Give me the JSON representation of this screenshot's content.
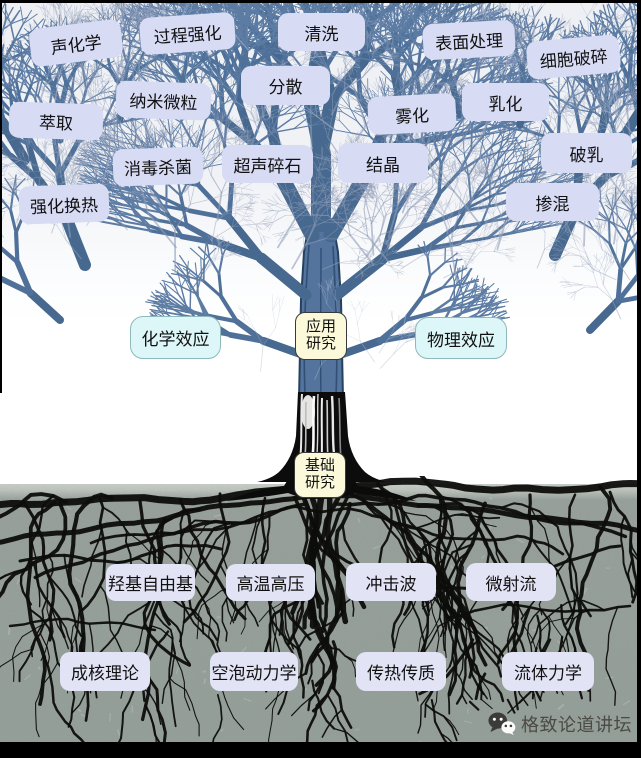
{
  "diagram": {
    "branches": [
      "声化学",
      "过程强化",
      "清洗",
      "表面处理",
      "细胞破碎",
      "纳米微粒",
      "分散",
      "雾化",
      "乳化",
      "萃取",
      "消毒杀菌",
      "超声碎石",
      "结晶",
      "破乳",
      "强化换热",
      "掺混"
    ],
    "effects": {
      "chemical": "化学效应",
      "physical": "物理效应"
    },
    "trunk": {
      "applied": "应用研究",
      "basic": "基础研究"
    },
    "roots": [
      "羟基自由基",
      "高温高压",
      "冲击波",
      "微射流",
      "成核理论",
      "空泡动力学",
      "传热传质",
      "流体力学"
    ],
    "watermark": "格致论道讲坛",
    "colors": {
      "branch_label_bg": "#d7dbf4",
      "root_label_bg": "#e2e3f5",
      "effect_label_bg": "#ddf6f8",
      "research_label_bg": "#fcf9da",
      "tree_blue": "#54749e",
      "ground_gray": "#9aa39d"
    }
  }
}
